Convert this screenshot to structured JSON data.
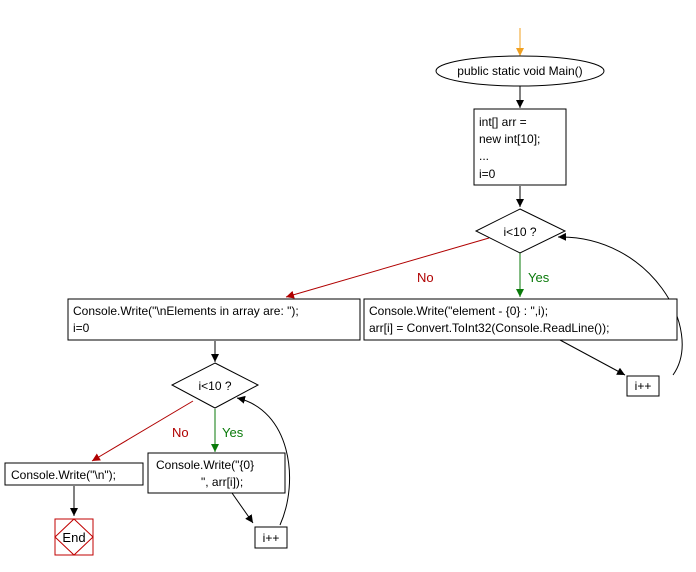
{
  "colors": {
    "start_arrow": "#f0a020",
    "yes_branch": "#0a7a0a",
    "no_branch": "#b00000",
    "end_border": "#c00000",
    "stroke": "#000000"
  },
  "nodes": {
    "main": "public static void Main()",
    "init_lines": [
      "int[] arr =",
      "new int[10];",
      "...",
      "i=0"
    ],
    "cond1": "i<10 ?",
    "read_lines": [
      "Console.Write(\"element - {0} : \",i);",
      "arr[i] = Convert.ToInt32(Console.ReadLine());"
    ],
    "inc1": "i++",
    "print_header_lines": [
      "Console.Write(\"\\nElements in array are: \");",
      "i=0"
    ],
    "cond2": "i<10 ?",
    "print_elem_lines": [
      "Console.Write(\"{0}",
      "\", arr[i]);"
    ],
    "inc2": "i++",
    "newline": "Console.Write(\"\\n\");",
    "end": "End"
  },
  "labels": {
    "yes": "Yes",
    "no": "No"
  }
}
